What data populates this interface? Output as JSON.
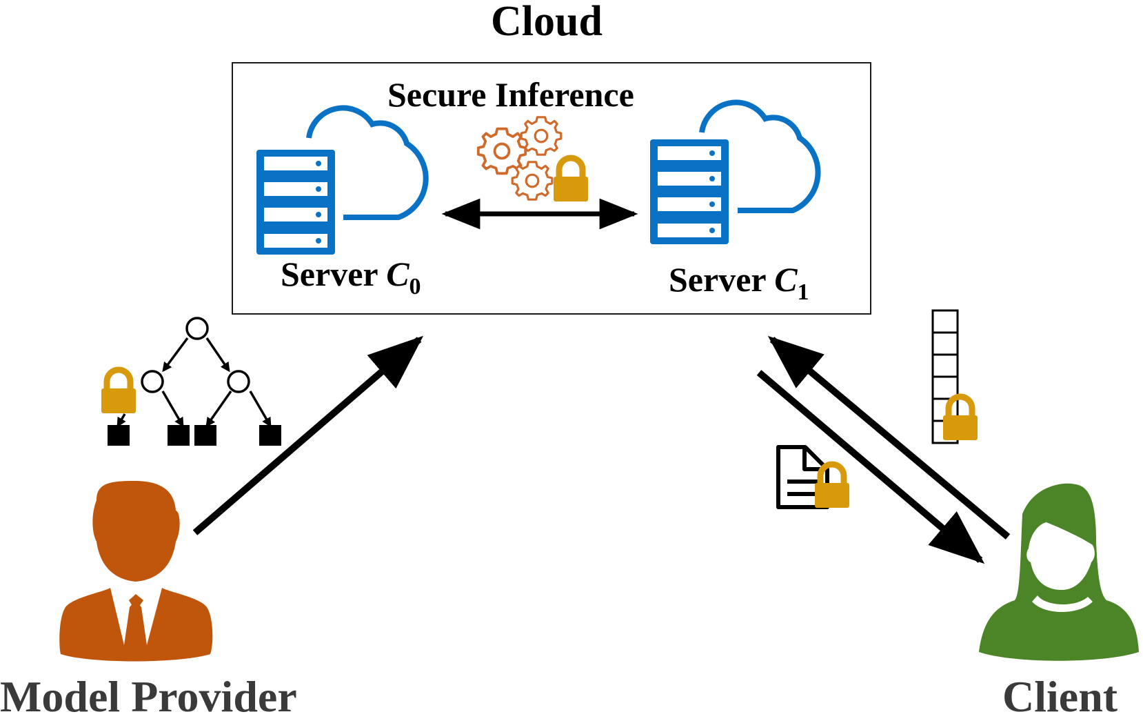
{
  "diagram": {
    "title": "Cloud",
    "cloud_box": {
      "title": "Secure Inference",
      "servers": [
        {
          "name": "Server",
          "subscript_var": "C",
          "subscript": "0"
        },
        {
          "name": "Server",
          "subscript_var": "C",
          "subscript": "1"
        }
      ]
    },
    "actors": {
      "model_provider": "Model Provider",
      "client": "Client"
    },
    "colors": {
      "server_blue": "#0a72c4",
      "gear_orange": "#d06a2a",
      "lock_gold": "#d69a0c",
      "model_provider_orange": "#c0560c",
      "client_green": "#4c8527",
      "arrow_black": "#000000"
    },
    "flows": [
      {
        "from": "Server C0",
        "to": "Server C1",
        "type": "bidirectional"
      },
      {
        "from": "Model Provider",
        "to": "Cloud",
        "payload": "encrypted decision tree"
      },
      {
        "from": "Client",
        "to": "Cloud",
        "payload": "encrypted feature vector"
      },
      {
        "from": "Cloud",
        "to": "Client",
        "payload": "encrypted result document"
      }
    ]
  }
}
